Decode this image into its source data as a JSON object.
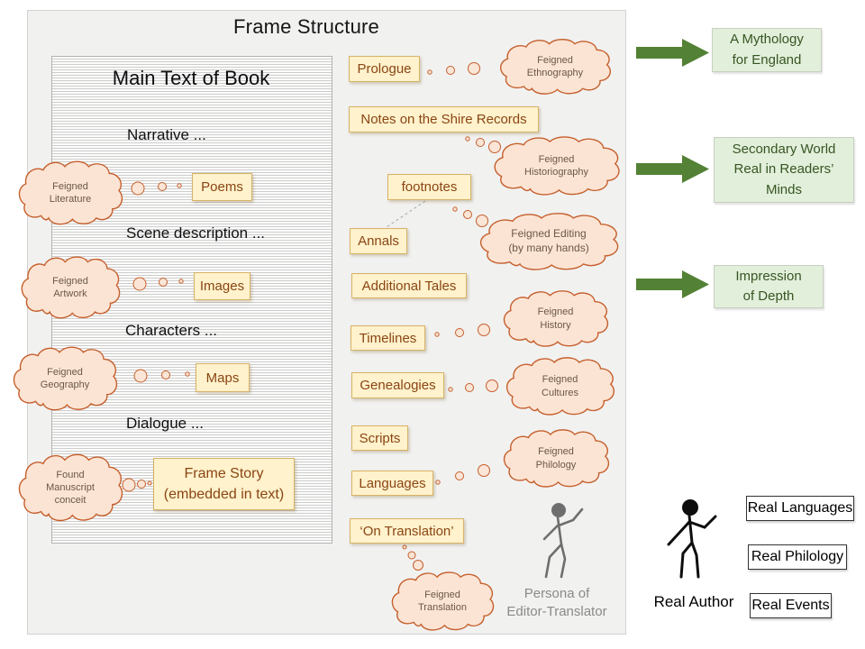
{
  "title": "Frame Structure",
  "main_text": {
    "heading": "Main Text of Book",
    "sections": [
      {
        "label": "Narrative ..."
      },
      {
        "label": "Scene description ..."
      },
      {
        "label": "Characters ..."
      },
      {
        "label": "Dialogue ..."
      }
    ],
    "embedded": [
      {
        "label": "Poems"
      },
      {
        "label": "Images"
      },
      {
        "label": "Maps"
      }
    ],
    "frame_story": "Frame Story\n(embedded in text)"
  },
  "left_clouds": [
    {
      "label": "Feigned\nLiterature"
    },
    {
      "label": "Feigned\nArtwork"
    },
    {
      "label": "Feigned\nGeography"
    },
    {
      "label": "Found\nManuscript\nconceit"
    }
  ],
  "paratexts": [
    {
      "label": "Prologue"
    },
    {
      "label": "Notes on the Shire Records"
    },
    {
      "label": "footnotes"
    },
    {
      "label": "Annals"
    },
    {
      "label": "Additional Tales"
    },
    {
      "label": "Timelines"
    },
    {
      "label": "Genealogies"
    },
    {
      "label": "Scripts"
    },
    {
      "label": "Languages"
    },
    {
      "label": "‘On Translation’"
    }
  ],
  "feigned_clouds": [
    {
      "label": "Feigned\nEthnography"
    },
    {
      "label": "Feigned\nHistoriography"
    },
    {
      "label": "Feigned Editing\n(by many hands)"
    },
    {
      "label": "Feigned\nHistory"
    },
    {
      "label": "Feigned\nCultures"
    },
    {
      "label": "Feigned\nPhilology"
    },
    {
      "label": "Feigned\nTranslation"
    }
  ],
  "outcomes": [
    {
      "label": "A Mythology\nfor England"
    },
    {
      "label": "Secondary World\nReal in Readers’\nMinds"
    },
    {
      "label": "Impression\nof Depth"
    }
  ],
  "figures": {
    "persona_label": "Persona of\nEditor-Translator",
    "author_label": "Real Author"
  },
  "real_boxes": [
    {
      "label": "Real Languages"
    },
    {
      "label": "Real Philology"
    },
    {
      "label": "Real Events"
    }
  ],
  "colors": {
    "paratext_fill": "#fff2cc",
    "paratext_border": "#d8b266",
    "paratext_text": "#8a4513",
    "cloud_fill": "#fce4d4",
    "cloud_border": "#c55f2c",
    "outcome_fill": "#e2efda",
    "outcome_text": "#375623",
    "arrow_green": "#538135",
    "persona_gray": "#6e6e6e",
    "author_black": "#0d0d0d"
  }
}
